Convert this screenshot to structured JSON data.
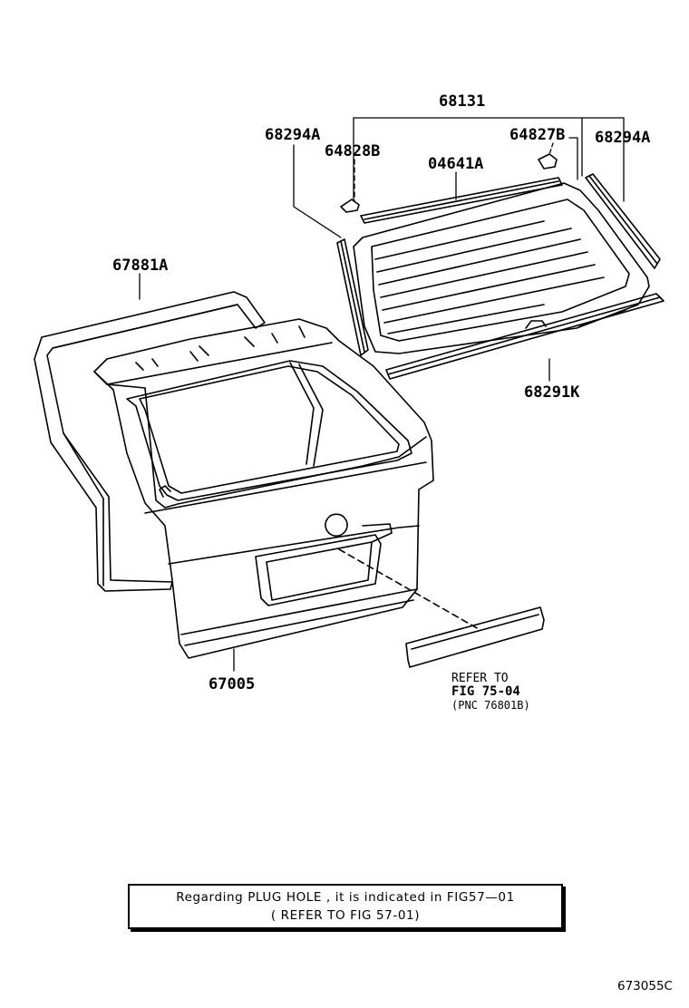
{
  "diagram": {
    "part_labels": [
      "68131",
      "68294A",
      "64828B",
      "64827B",
      "68294A",
      "04641A",
      "67881A",
      "68291K",
      "67005"
    ],
    "refer_note": {
      "line1": "REFER TO",
      "line2": "FIG 75-04",
      "line3": "(PNC 76801B)"
    },
    "plug_hole_note": {
      "line1": "Regarding PLUG HOLE , it is indicated in FIG57—01",
      "line2": "( REFER TO FIG 57-01)"
    },
    "figure_id": "673055C"
  }
}
